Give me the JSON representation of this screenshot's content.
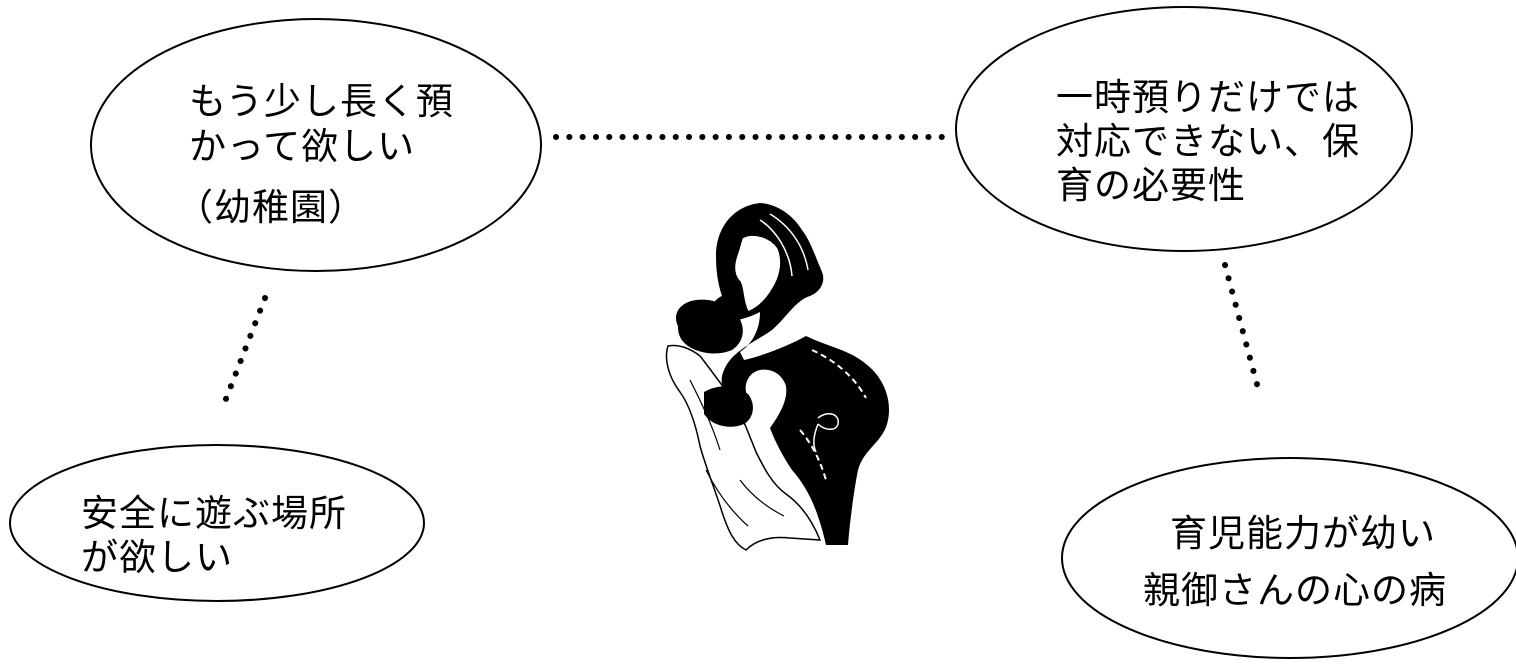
{
  "bubbles": {
    "longer_care": {
      "lines": [
        "もう少し長く預",
        "かって欲しい",
        "（幼稚園）"
      ]
    },
    "temporary_care": {
      "lines": [
        "一時預りだけでは",
        "対応できない、保",
        "育の必要性"
      ]
    },
    "safe_play": {
      "lines": [
        "安全に遊ぶ場所",
        "が欲しい"
      ]
    },
    "parenting": {
      "lines": [
        "育児能力が幼い",
        "親御さんの心の病"
      ]
    }
  },
  "figure": {
    "subject": "mother-holding-baby-silhouette",
    "color": "#000000"
  }
}
